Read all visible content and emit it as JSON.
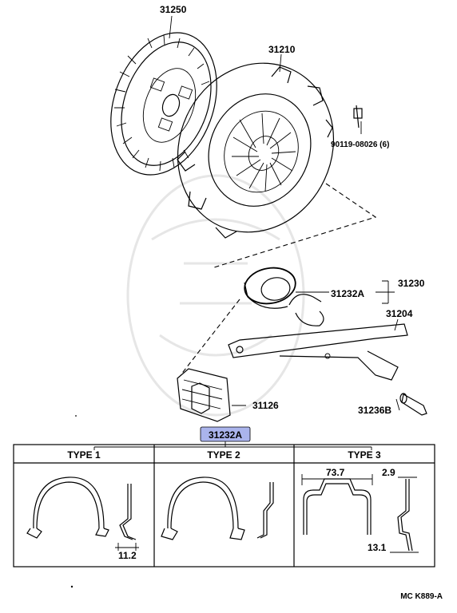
{
  "highlight_color": "#aab4ec",
  "callouts": {
    "p31250": "31250",
    "p31210": "31210",
    "bolt": "90119-08026 (6)",
    "p31230": "31230",
    "p31232a": "31232A",
    "p31204": "31204",
    "p31126": "31126",
    "p31236b": "31236B",
    "highlighted_part": "31232A"
  },
  "types_table": {
    "headers": [
      "TYPE  1",
      "TYPE  2",
      "TYPE 3"
    ],
    "dimensions": {
      "type1_height": "11.2",
      "type3_width": "73.7",
      "type3_depth": "2.9",
      "type3_height": "13.1"
    }
  },
  "footer_code": "MC K889-A"
}
